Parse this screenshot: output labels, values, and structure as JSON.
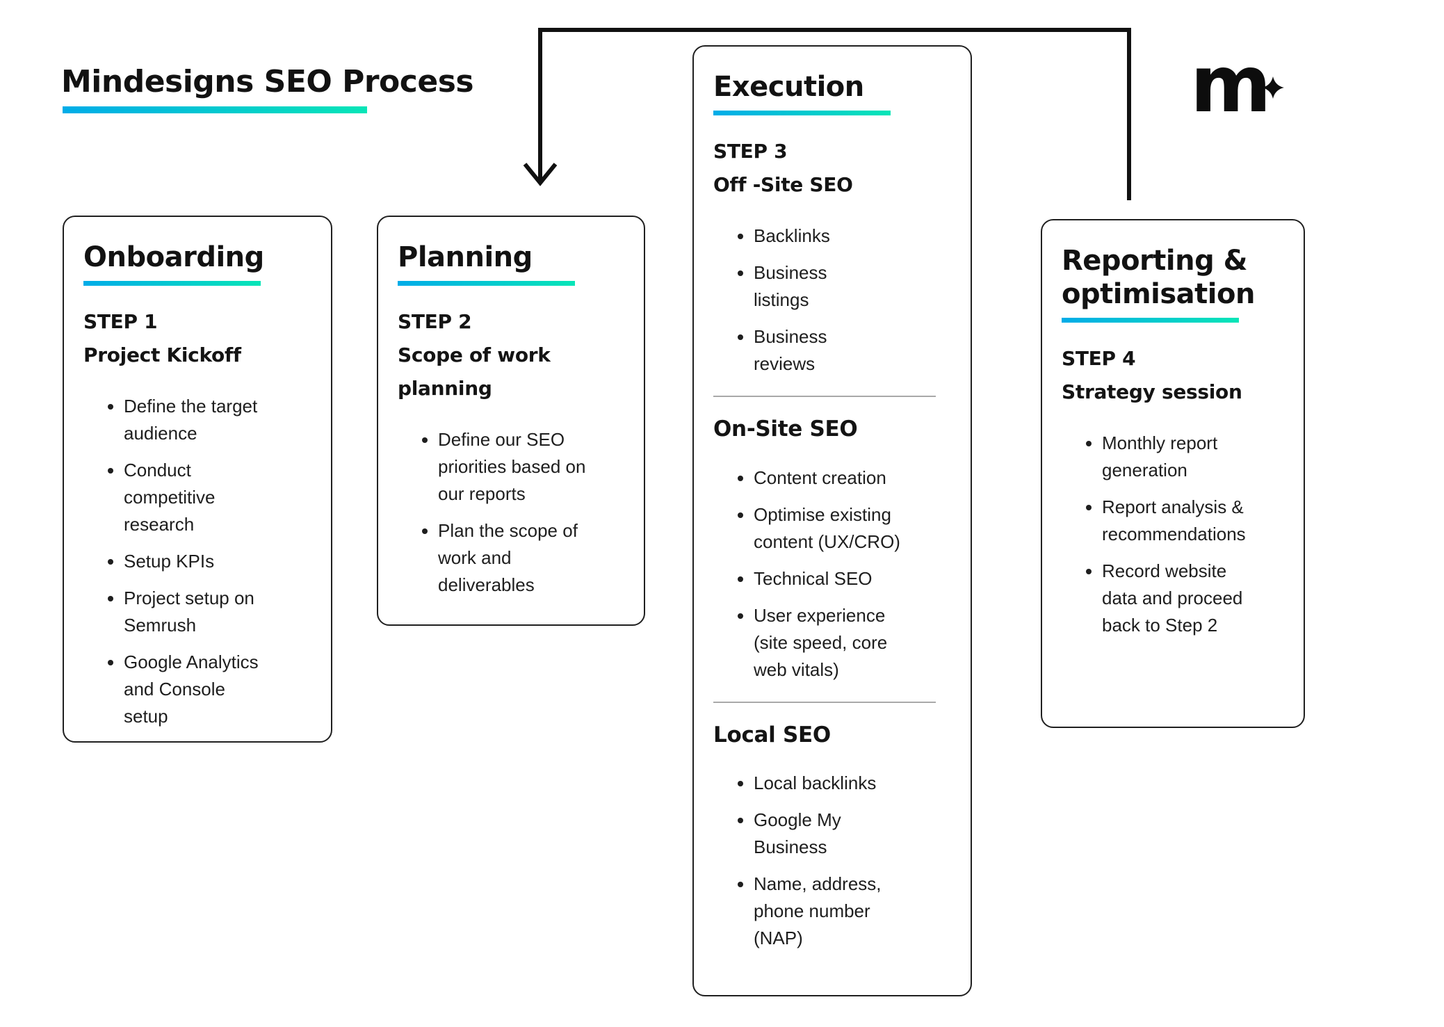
{
  "page": {
    "title": "Mindesigns SEO Process"
  },
  "logo": {
    "letter": "m",
    "sparkle_icon": "four-pointed-star"
  },
  "colors": {
    "accent_gradient_start": "#00ACE8",
    "accent_gradient_end": "#07E5B7",
    "ink": "#121212",
    "card_border": "#202020",
    "divider": "#A9A9A9",
    "arrow": "#111111",
    "background": "#FFFFFF"
  },
  "flow": {
    "arrow_description": "loop from Reporting & optimisation card back down to Planning card"
  },
  "cards": [
    {
      "id": "onboarding",
      "title": "Onboarding",
      "step": "STEP 1",
      "subtitle": "Project Kickoff",
      "bullets": [
        "Define the target audience",
        "Conduct competitive research",
        "Setup KPIs",
        "Project setup on Semrush",
        "Google Analytics and Console setup"
      ]
    },
    {
      "id": "planning",
      "title": "Planning",
      "step": "STEP 2",
      "subtitle": "Scope of work planning",
      "bullets": [
        "Define our SEO priorities based on our reports",
        "Plan the scope of work and deliverables"
      ]
    },
    {
      "id": "execution",
      "title": "Execution",
      "sections": [
        {
          "step": "STEP 3",
          "heading": "Off -Site SEO",
          "bullets": [
            "Backlinks",
            "Business listings",
            "Business reviews"
          ]
        },
        {
          "heading": "On-Site SEO",
          "bullets": [
            "Content creation",
            "Optimise existing content (UX/CRO)",
            "Technical SEO",
            "User experience (site speed, core web vitals)"
          ]
        },
        {
          "heading": "Local SEO",
          "bullets": [
            "Local backlinks",
            "Google My Business",
            "Name, address, phone number (NAP)"
          ]
        }
      ]
    },
    {
      "id": "reporting",
      "title": "Reporting & optimisation",
      "step": "STEP 4",
      "subtitle": "Strategy session",
      "bullets": [
        "Monthly report generation",
        "Report analysis & recommendations",
        "Record website data and proceed back to Step 2"
      ]
    }
  ]
}
